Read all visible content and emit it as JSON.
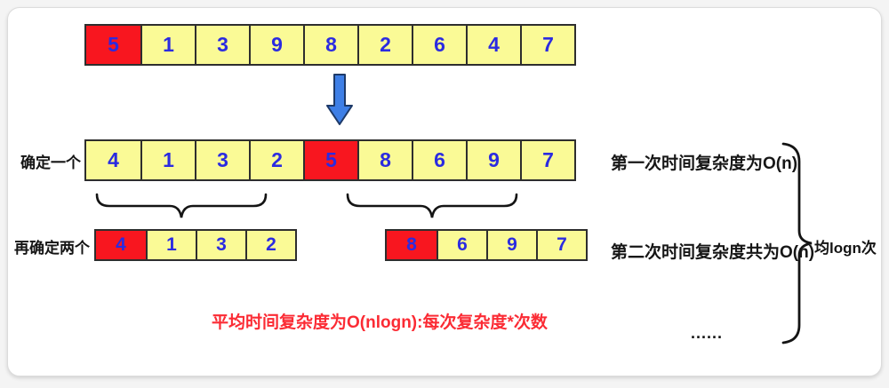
{
  "diagram": {
    "topic": "quicksort-average-time-complexity",
    "labels": {
      "step1": "确定一个",
      "step2": "再确定两个",
      "complexity_first": "第一次时间复杂度为O(n)",
      "complexity_second": "第二次时间复杂度共为O(n)",
      "complexity_average": "平均时间复杂度为O(nlogn):每次复杂度*次数",
      "ellipsis": "......",
      "brace_label": "均logn次"
    },
    "arrays": {
      "initial": {
        "cells": [
          "5",
          "1",
          "3",
          "9",
          "8",
          "2",
          "6",
          "4",
          "7"
        ],
        "pivot_index": 0
      },
      "after_first_pass": {
        "cells": [
          "4",
          "1",
          "3",
          "2",
          "5",
          "8",
          "6",
          "9",
          "7"
        ],
        "pivot_index": 4
      },
      "left_partition": {
        "cells": [
          "4",
          "1",
          "3",
          "2"
        ],
        "pivot_index": 0
      },
      "right_partition": {
        "cells": [
          "8",
          "6",
          "9",
          "7"
        ],
        "pivot_index": 0
      }
    },
    "icons": {
      "down_arrow": "down-arrow-icon",
      "left_underbrace": "underbrace-icon",
      "right_underbrace": "underbrace-icon",
      "big_right_brace": "curly-brace-icon"
    },
    "colors": {
      "cell_yellow": "#FAFA96",
      "cell_red": "#F8161F",
      "digit_blue": "#2B2BE0",
      "annotation_red": "#FB2B34",
      "arrow_blue": "#3E7FE6",
      "stroke_dark": "#2e2e2e"
    }
  }
}
